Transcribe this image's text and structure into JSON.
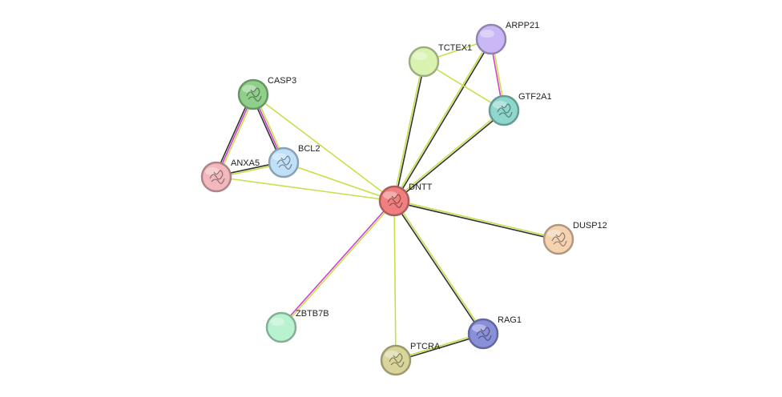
{
  "nodes": [
    {
      "id": "DNTT",
      "label": "DNTT",
      "color": "#f08080",
      "icon": "protein-structure-icon"
    },
    {
      "id": "ARPP21",
      "label": "ARPP21",
      "color": "#c9b8f5",
      "icon": ""
    },
    {
      "id": "TCTEX1",
      "label": "TCTEX1",
      "color": "#d9f2b0",
      "icon": ""
    },
    {
      "id": "GTF2A1",
      "label": "GTF2A1",
      "color": "#8fd6cc",
      "icon": "protein-structure-icon"
    },
    {
      "id": "CASP3",
      "label": "CASP3",
      "color": "#8fcf8a",
      "icon": "protein-structure-icon"
    },
    {
      "id": "BCL2",
      "label": "BCL2",
      "color": "#bfe0f8",
      "icon": "protein-structure-icon"
    },
    {
      "id": "ANXA5",
      "label": "ANXA5",
      "color": "#f2b8bd",
      "icon": "protein-structure-icon"
    },
    {
      "id": "DUSP12",
      "label": "DUSP12",
      "color": "#f5d2b0",
      "icon": "protein-structure-icon"
    },
    {
      "id": "ZBTB7B",
      "label": "ZBTB7B",
      "color": "#b8f2cf",
      "icon": ""
    },
    {
      "id": "PTCRA",
      "label": "PTCRA",
      "color": "#d8d49a",
      "icon": "protein-structure-icon"
    },
    {
      "id": "RAG1",
      "label": "RAG1",
      "color": "#8a8fd9",
      "icon": "protein-structure-icon"
    }
  ],
  "edge_colors": {
    "textmining": "#c6e04a",
    "coexpression": "#333333",
    "experimental": "#d040d0"
  },
  "edges": [
    {
      "from": "DNTT",
      "to": "TCTEX1",
      "types": [
        "textmining",
        "coexpression"
      ]
    },
    {
      "from": "DNTT",
      "to": "ARPP21",
      "types": [
        "textmining",
        "coexpression"
      ]
    },
    {
      "from": "DNTT",
      "to": "GTF2A1",
      "types": [
        "textmining",
        "coexpression"
      ]
    },
    {
      "from": "DNTT",
      "to": "CASP3",
      "types": [
        "textmining"
      ]
    },
    {
      "from": "DNTT",
      "to": "BCL2",
      "types": [
        "textmining"
      ]
    },
    {
      "from": "DNTT",
      "to": "ANXA5",
      "types": [
        "textmining"
      ]
    },
    {
      "from": "DNTT",
      "to": "DUSP12",
      "types": [
        "textmining",
        "coexpression"
      ]
    },
    {
      "from": "DNTT",
      "to": "ZBTB7B",
      "types": [
        "textmining",
        "experimental"
      ]
    },
    {
      "from": "DNTT",
      "to": "PTCRA",
      "types": [
        "textmining"
      ]
    },
    {
      "from": "DNTT",
      "to": "RAG1",
      "types": [
        "textmining",
        "coexpression"
      ]
    },
    {
      "from": "TCTEX1",
      "to": "ARPP21",
      "types": [
        "textmining"
      ]
    },
    {
      "from": "TCTEX1",
      "to": "GTF2A1",
      "types": [
        "textmining"
      ]
    },
    {
      "from": "ARPP21",
      "to": "GTF2A1",
      "types": [
        "textmining",
        "experimental"
      ]
    },
    {
      "from": "CASP3",
      "to": "BCL2",
      "types": [
        "textmining",
        "experimental",
        "coexpression"
      ]
    },
    {
      "from": "CASP3",
      "to": "ANXA5",
      "types": [
        "textmining",
        "experimental",
        "coexpression"
      ]
    },
    {
      "from": "BCL2",
      "to": "ANXA5",
      "types": [
        "textmining",
        "coexpression"
      ]
    },
    {
      "from": "PTCRA",
      "to": "RAG1",
      "types": [
        "textmining",
        "coexpression"
      ]
    }
  ]
}
